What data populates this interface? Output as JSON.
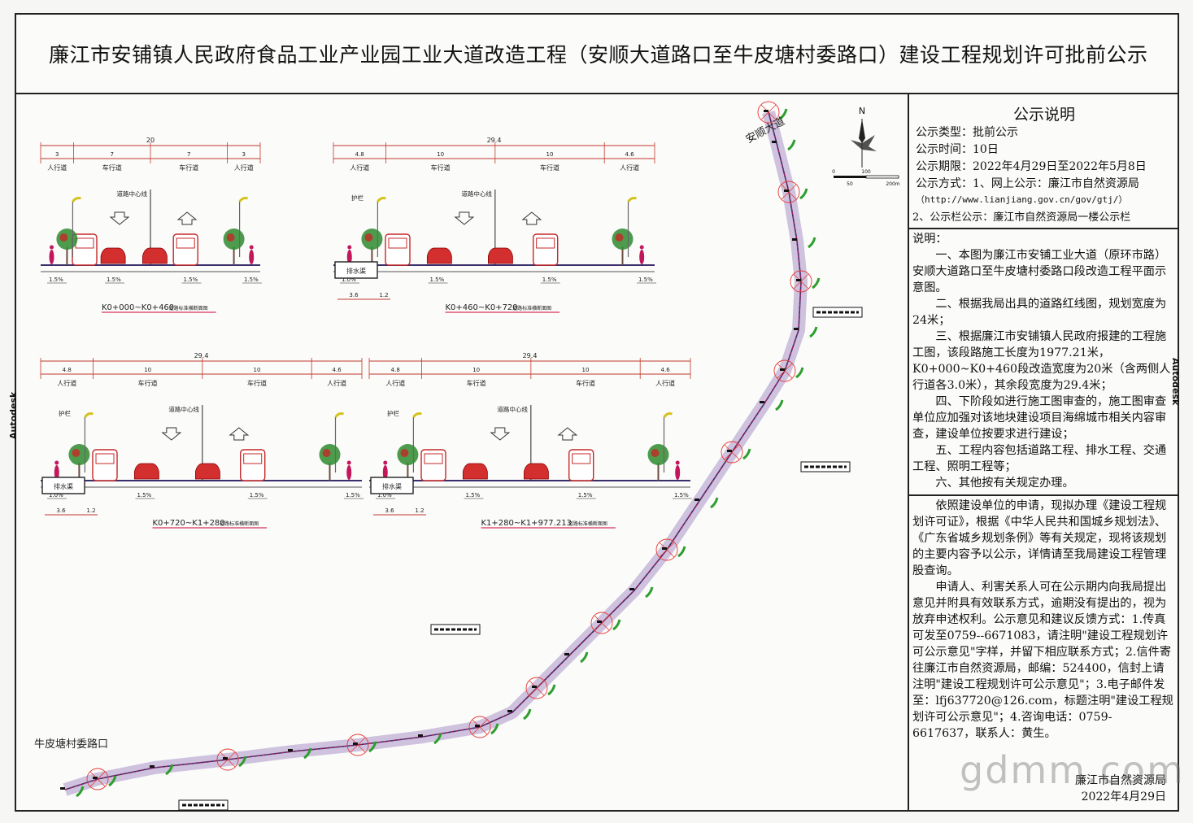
{
  "title": "廉江市安铺镇人民政府食品工业产业园工业大道改造工程（安顺大道路口至牛皮塘村委路口）建设工程规划许可批前公示",
  "notice": {
    "heading": "公示说明",
    "type_label": "公示类型：批前公示",
    "time_label": "公示时间：10日",
    "period_label": "公示期限：2022年4月29日至2022年5月8日",
    "method_label": "公示方式：1、网上公示：廉江市自然资源局",
    "url": "（http://www.lianjiang.gov.cn/gov/gtj/）",
    "board_label": "2、公示栏公示：廉江市自然资源局一楼公示栏"
  },
  "explanation": {
    "heading": "说明：",
    "items": [
      "一、本图为廉江市安铺工业大道（原环市路）安顺大道路口至牛皮塘村委路口段改造工程平面示意图。",
      "二、根据我局出具的道路红线图，规划宽度为24米；",
      "三、根据廉江市安铺镇人民政府报建的工程施工图，该段路施工长度为1977.21米，K0+000~K0+460段改造宽度为20米（含两侧人行道各3.0米），其余段宽度为29.4米；",
      "四、下阶段如进行施工图审查的，施工图审查单位应加强对该地块建设项目海绵城市相关内容审查，建设单位按要求进行建设；",
      "五、工程内容包括道路工程、排水工程、交通工程、照明工程等；",
      "六、其他按有关规定办理。"
    ]
  },
  "application": {
    "para1": "依照建设单位的申请，现拟办理《建设工程规划许可证》，根据《中华人民共和国城乡规划法》、《广东省城乡规划条例》等有关规定，现将该规划的主要内容予以公示，详情请至我局建设工程管理股查询。",
    "para2": "申请人、利害关系人可在公示期内向我局提出意见并附具有效联系方式，逾期没有提出的，视为放弃申述权利。公示意见和建议反馈方式：1.传真可发至0759--6671083，请注明\"建设工程规划许可公示意见\"字样，并留下相应联系方式；2.信件寄往廉江市自然资源局，邮编：524400，信封上请注明\"建设工程规划许可公示意见\"；3.电子邮件发至：lfj637720@126.com，标题注明\"建设工程规划许可公示意见\"；4.咨询电话：0759-6617637，联系人：黄生。"
  },
  "signature": {
    "org": "廉江市自然资源局",
    "date": "2022年4月29日"
  },
  "watermark": "gdmm.com",
  "autodesk": "Autodesk",
  "map": {
    "start_label": "安顺大道",
    "end_label": "牛皮塘村委路口",
    "north": "N",
    "scale": [
      "0",
      "100",
      "50",
      "200m"
    ]
  },
  "sections": [
    {
      "label": "K0+000~K0+460",
      "suffix": "道路标准横断面图",
      "total": "20",
      "widths": [
        "3",
        "7",
        "7",
        "3"
      ],
      "lanes": [
        "人行道",
        "车行道",
        "车行道",
        "人行道"
      ],
      "slopes": [
        "1.5%",
        "1.5%",
        "1.5%",
        "1.5%"
      ]
    },
    {
      "label": "K0+460~K0+720",
      "suffix": "道路标准横断面图",
      "total": "29.4",
      "widths": [
        "4.8",
        "10",
        "10",
        "4.6"
      ],
      "lanes": [
        "人行道",
        "车行道",
        "车行道",
        "人行道"
      ],
      "slopes": [
        "1.0%",
        "1.5%",
        "1.5%",
        "1.5%"
      ],
      "drain": "排水渠",
      "drain_w": [
        "3.6",
        "1.2"
      ],
      "rail": "护栏"
    },
    {
      "label": "K0+720~K1+280",
      "suffix": "道路标准横断面图",
      "total": "29.4",
      "widths": [
        "4.8",
        "10",
        "10",
        "4.6"
      ],
      "lanes": [
        "人行道",
        "车行道",
        "车行道",
        "人行道"
      ],
      "slopes": [
        "1.0%",
        "1.5%",
        "1.5%",
        "1.5%"
      ],
      "drain": "排水渠",
      "drain_w": [
        "3.6",
        "1.2"
      ],
      "rail": "护栏"
    },
    {
      "label": "K1+280~K1+977.213",
      "suffix": "道路标准横断面图",
      "total": "29.4",
      "widths": [
        "4.8",
        "10",
        "10",
        "4.6"
      ],
      "lanes": [
        "人行道",
        "车行道",
        "车行道",
        "人行道"
      ],
      "slopes": [
        "1.0%",
        "1.5%",
        "1.5%",
        "1.5%"
      ],
      "drain": "排水渠",
      "drain_w": [
        "3.6",
        "1.2"
      ],
      "rail": "护栏"
    }
  ],
  "centerline_label": "道路中心线",
  "colors": {
    "dim": "#c0392b",
    "road": "#3b2f6b",
    "tree": "#2e8b2e",
    "ped": "#c2185b",
    "lamp": "#d4c21c"
  }
}
